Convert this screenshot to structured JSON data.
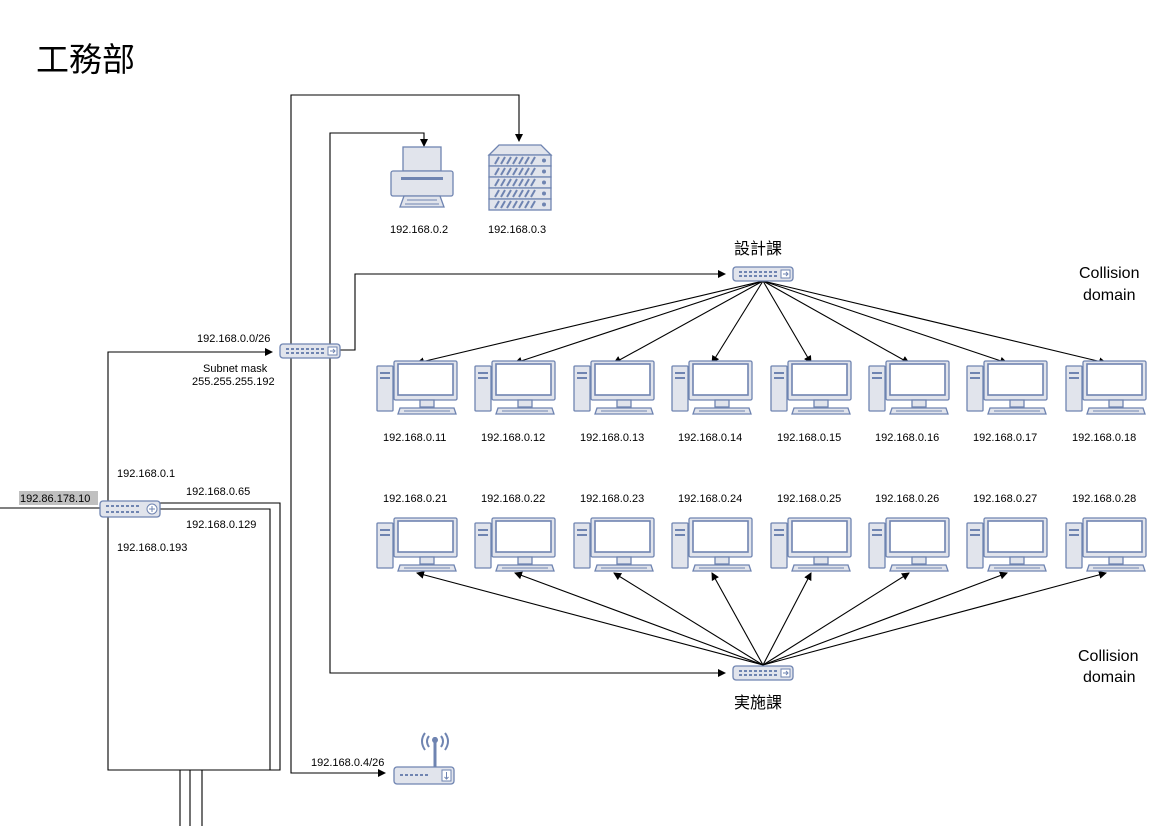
{
  "title": "工務部",
  "router": {
    "external_ip": "192.86.178.10",
    "port_labels": [
      "192.168.0.1",
      "192.168.0.65",
      "192.168.0.129",
      "192.168.0.193"
    ]
  },
  "main_switch": {
    "network": "192.168.0.0/26",
    "subnet_mask_label": "Subnet mask",
    "subnet_mask_value": "255.255.255.192"
  },
  "printer": {
    "ip": "192.168.0.2",
    "icon": "printer-icon"
  },
  "server": {
    "ip": "192.168.0.3",
    "icon": "server-icon"
  },
  "wireless_ap": {
    "ip": "192.168.0.4/26",
    "icon": "wireless-router-icon"
  },
  "design_section": {
    "name": "設計課",
    "collision_domain": [
      "Collision",
      "domain"
    ],
    "pcs": [
      "192.168.0.11",
      "192.168.0.12",
      "192.168.0.13",
      "192.168.0.14",
      "192.168.0.15",
      "192.168.0.16",
      "192.168.0.17",
      "192.168.0.18"
    ]
  },
  "execution_section": {
    "name": "実施課",
    "collision_domain": [
      "Collision",
      "domain"
    ],
    "pcs": [
      "192.168.0.21",
      "192.168.0.22",
      "192.168.0.23",
      "192.168.0.24",
      "192.168.0.25",
      "192.168.0.26",
      "192.168.0.27",
      "192.168.0.28"
    ]
  },
  "colors": {
    "device_stroke": "#6f84b1",
    "device_fill": "#e1e4ec",
    "external_ip_highlight": "#c0c0c0"
  }
}
